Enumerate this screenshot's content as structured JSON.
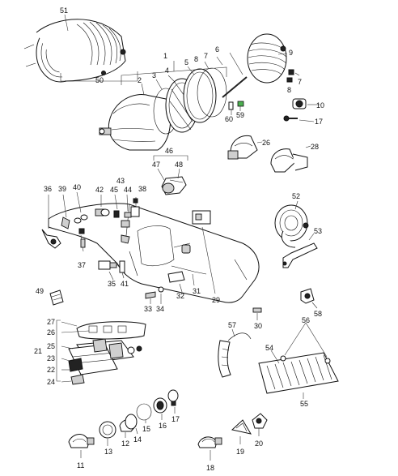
{
  "accent_color": "#4caf50",
  "callouts": [
    {
      "id": "c51",
      "text": "51"
    },
    {
      "id": "c50",
      "text": "50"
    },
    {
      "id": "c1",
      "text": "1"
    },
    {
      "id": "c2",
      "text": "2"
    },
    {
      "id": "c3",
      "text": "3"
    },
    {
      "id": "c4",
      "text": "4"
    },
    {
      "id": "c5",
      "text": "5"
    },
    {
      "id": "c7",
      "text": "7"
    },
    {
      "id": "c8a",
      "text": "8"
    },
    {
      "id": "c6",
      "text": "6"
    },
    {
      "id": "c9",
      "text": "9"
    },
    {
      "id": "c8b",
      "text": "8"
    },
    {
      "id": "c7b",
      "text": "7"
    },
    {
      "id": "c10",
      "text": "10"
    },
    {
      "id": "c60",
      "text": "60"
    },
    {
      "id": "c59",
      "text": "59"
    },
    {
      "id": "c17a",
      "text": "17"
    },
    {
      "id": "c26",
      "text": "26"
    },
    {
      "id": "c28",
      "text": "28"
    },
    {
      "id": "c46",
      "text": "46"
    },
    {
      "id": "c47",
      "text": "47"
    },
    {
      "id": "c48",
      "text": "48"
    },
    {
      "id": "c43",
      "text": "43"
    },
    {
      "id": "c36",
      "text": "36"
    },
    {
      "id": "c39",
      "text": "39"
    },
    {
      "id": "c40",
      "text": "40"
    },
    {
      "id": "c42",
      "text": "42"
    },
    {
      "id": "c45",
      "text": "45"
    },
    {
      "id": "c44",
      "text": "44"
    },
    {
      "id": "c38",
      "text": "38"
    },
    {
      "id": "c52",
      "text": "52"
    },
    {
      "id": "c53",
      "text": "53"
    },
    {
      "id": "c37",
      "text": "37"
    },
    {
      "id": "c35",
      "text": "35"
    },
    {
      "id": "c41",
      "text": "41"
    },
    {
      "id": "c31",
      "text": "31"
    },
    {
      "id": "c32",
      "text": "32"
    },
    {
      "id": "c33",
      "text": "33"
    },
    {
      "id": "c34",
      "text": "34"
    },
    {
      "id": "c29",
      "text": "29"
    },
    {
      "id": "c49",
      "text": "49"
    },
    {
      "id": "c58",
      "text": "58"
    },
    {
      "id": "c30",
      "text": "30"
    },
    {
      "id": "c57",
      "text": "57"
    },
    {
      "id": "c56",
      "text": "56"
    },
    {
      "id": "c54",
      "text": "54"
    },
    {
      "id": "c55",
      "text": "55"
    },
    {
      "id": "c27",
      "text": "27"
    },
    {
      "id": "c26b",
      "text": "26"
    },
    {
      "id": "c21",
      "text": "21"
    },
    {
      "id": "c25",
      "text": "25"
    },
    {
      "id": "c23",
      "text": "23"
    },
    {
      "id": "c22",
      "text": "22"
    },
    {
      "id": "c24",
      "text": "24"
    },
    {
      "id": "c11",
      "text": "11"
    },
    {
      "id": "c13",
      "text": "13"
    },
    {
      "id": "c12",
      "text": "12"
    },
    {
      "id": "c14",
      "text": "14"
    },
    {
      "id": "c15",
      "text": "15"
    },
    {
      "id": "c16",
      "text": "16"
    },
    {
      "id": "c17b",
      "text": "17"
    },
    {
      "id": "c18",
      "text": "18"
    },
    {
      "id": "c19",
      "text": "19"
    },
    {
      "id": "c20",
      "text": "20"
    }
  ]
}
